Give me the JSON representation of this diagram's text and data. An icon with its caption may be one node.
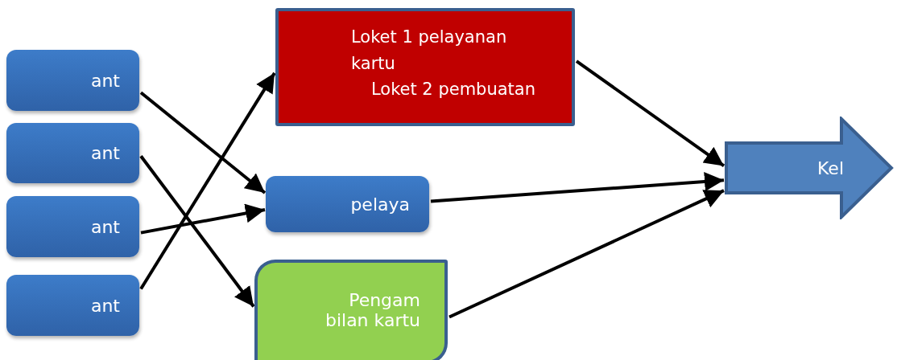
{
  "diagram": {
    "nodes": [
      {
        "text": [
          "ant"
        ]
      },
      {
        "text": [
          "ant"
        ]
      },
      {
        "text": [
          "ant"
        ]
      },
      {
        "text": [
          "ant"
        ]
      },
      {
        "text": [
          "Loket 1 pelayanan kartu",
          "Loket 2 pembuatan"
        ]
      },
      {
        "text": [
          "pelaya"
        ]
      },
      {
        "text": [
          "Pengam bilan kartu"
        ]
      },
      {
        "text": [
          "Kel"
        ]
      }
    ],
    "edges": [
      {
        "from": 0,
        "to": 5,
        "arrow": "to"
      },
      {
        "from": 1,
        "to": 6,
        "arrow": "to"
      },
      {
        "from": 2,
        "to": 5,
        "arrow": "to"
      },
      {
        "from": 3,
        "to": 4,
        "arrow": "to"
      },
      {
        "from": 4,
        "to": 7,
        "arrow": "to"
      },
      {
        "from": 5,
        "to": 7,
        "arrow": "to"
      },
      {
        "from": 6,
        "to": 7,
        "arrow": "to"
      }
    ]
  }
}
